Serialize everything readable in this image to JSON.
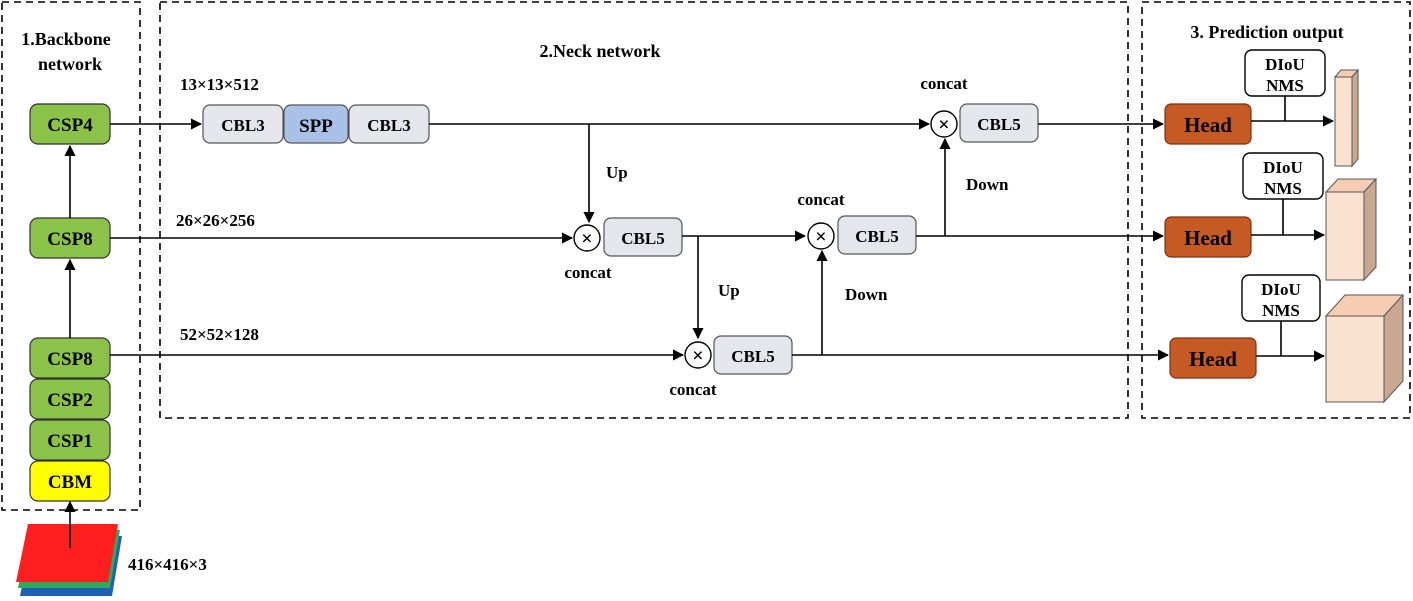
{
  "sections": {
    "backbone_line1": "1.Backbone",
    "backbone_line2": "network",
    "neck": "2.Neck network",
    "prediction": "3. Prediction output"
  },
  "backbone_blocks": {
    "csp4": "CSP4",
    "csp8_mid": "CSP8",
    "csp8_low": "CSP8",
    "csp2": "CSP2",
    "csp1": "CSP1",
    "cbm": "CBM"
  },
  "input_size": "416×416×3",
  "feature_sizes": {
    "f13": "13×13×512",
    "f26": "26×26×256",
    "f52": "52×52×128"
  },
  "neck_blocks": {
    "cbl3_a": "CBL3",
    "spp": "SPP",
    "cbl3_b": "CBL3",
    "cbl5_top": "CBL5",
    "cbl5_mid_a": "CBL5",
    "cbl5_mid_b": "CBL5",
    "cbl5_low": "CBL5"
  },
  "labels": {
    "concat_top": "concat",
    "concat_mid_a": "concat",
    "concat_mid_b": "concat",
    "concat_low": "concat",
    "up_1": "Up",
    "up_2": "Up",
    "down_1": "Down",
    "down_2": "Down",
    "concat_symbol": "×"
  },
  "heads": {
    "head_top": "Head",
    "head_mid": "Head",
    "head_low": "Head"
  },
  "nms": {
    "top_line1": "DIoU",
    "top_line2": "NMS",
    "mid_line1": "DIoU",
    "mid_line2": "NMS",
    "low_line1": "DIoU",
    "low_line2": "NMS"
  },
  "colors": {
    "csp_green": "#8bc34a",
    "cbm_yellow": "#ffff00",
    "cbl_gray": "#e4e6ec",
    "spp_blue": "#a9c1e6",
    "head_orange": "#c55a24",
    "output_peach": "#fbe1cf",
    "input_red": "#ff1f1f",
    "input_green": "#2faa5a",
    "input_blue": "#1f5fb8"
  }
}
